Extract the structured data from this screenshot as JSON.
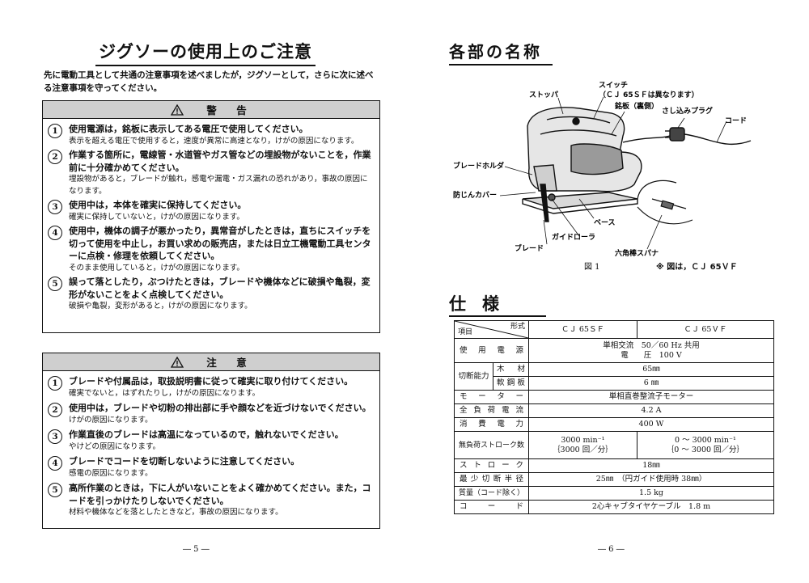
{
  "left_page": {
    "title": "ジグソーの使用上のご注意",
    "intro": "先に電動工具として共通の注意事項を述べましたが，ジグソーとして，さらに次に述べる注意事項を守ってください。",
    "warning": {
      "heading": "警　告",
      "items": [
        {
          "num": "1",
          "main": "使用電源は，銘板に表示してある電圧で使用してください。",
          "sub": "表示を超える電圧で使用すると，速度が異常に高速となり，けがの原因になります。"
        },
        {
          "num": "2",
          "main": "作業する箇所に，電線管・水道管やガス管などの埋設物がないことを，作業前に十分確かめてください。",
          "sub": "埋設物があると，ブレードが触れ，感電や漏電・ガス漏れの恐れがあり，事故の原因になります。"
        },
        {
          "num": "3",
          "main": "使用中は，本体を確実に保持してください。",
          "sub": "確実に保持していないと，けがの原因になります。"
        },
        {
          "num": "4",
          "main": "使用中，機体の調子が悪かったり，異常音がしたときは，直ちにスイッチを切って使用を中止し，お買い求めの販売店，または日立工機電動工具センターに点検・修理を依頼してください。",
          "sub": "そのまま使用していると，けがの原因になります。"
        },
        {
          "num": "5",
          "main": "誤って落としたり，ぶつけたときは，ブレードや機体などに破損や亀裂，変形がないことをよく点検してください。",
          "sub": "破損や亀裂，変形があると，けがの原因になります。"
        }
      ]
    },
    "caution": {
      "heading": "注　意",
      "items": [
        {
          "num": "1",
          "main": "ブレードや付属品は，取扱説明書に従って確実に取り付けてください。",
          "sub": "確実でないと，はずれたりし，けがの原因になります。"
        },
        {
          "num": "2",
          "main": "使用中は，ブレードや切粉の排出部に手や顔などを近づけないでください。",
          "sub": "けがの原因になります。"
        },
        {
          "num": "3",
          "main": "作業直後のブレードは高温になっているので，触れないでください。",
          "sub": "やけどの原因になります。"
        },
        {
          "num": "4",
          "main": "ブレードでコードを切断しないように注意してください。",
          "sub": "感電の原因になります。"
        },
        {
          "num": "5",
          "main": "高所作業のときは，下に人がいないことをよく確かめてください。また，コードを引っかけたりしないでください。",
          "sub": "材料や機体などを落としたときなど，事故の原因になります。"
        }
      ]
    },
    "page_number": "― 5 ―"
  },
  "right_page": {
    "parts_title": "各部の名称",
    "labels": {
      "stopper": "ストッパ",
      "switch": "スイッチ",
      "switch_note": "（ＣＪ 65ＳＦは異なります）",
      "nameplate": "銘板（裏側）",
      "plug": "さし込みプラグ",
      "cord": "コード",
      "blade_holder": "ブレードホルダ",
      "dust_cover": "防じんカバー",
      "base": "ベース",
      "guide_roller": "ガイドローラ",
      "blade": "ブレード",
      "hex_wrench": "六角棒スパナ"
    },
    "fig_caption": "図 1",
    "fig_note": "※ 図は，ＣＪ 65ＶＦ",
    "spec_title": "仕様",
    "spec": {
      "header_type": "形式",
      "header_item": "項目",
      "model_sf": "ＣＪ 65ＳＦ",
      "model_vf": "ＣＪ 65ＶＦ",
      "power_label": "使用電源",
      "power_line1": "単相交流　50／60 Hz 共用",
      "power_line2": "電　　圧　100 V",
      "cut_label": "切断能力",
      "wood_label": "木材",
      "wood_value": "65㎜",
      "steel_label": "軟鋼板",
      "steel_value": "6 ㎜",
      "motor_label": "モーター",
      "motor_value": "単相直巻整流子モーター",
      "current_label": "全負荷電流",
      "current_value": "4.2 A",
      "power_cons_label": "消費電力",
      "power_cons_value": "400 W",
      "noload_label": "無負荷ストローク数",
      "noload_sf_1": "3000 min⁻¹",
      "noload_sf_2": "｛3000 回／分｝",
      "noload_vf_1": "0 ～ 3000 min⁻¹",
      "noload_vf_2": "｛0 ～ 3000 回／分｝",
      "stroke_label": "ストローク",
      "stroke_value": "18㎜",
      "radius_label": "最少切断半径",
      "radius_value": "25㎜　（円ガイド使用時 38㎜）",
      "mass_label": "質量（コード除く）",
      "mass_value": "1.5 kg",
      "cord_label": "コード",
      "cord_value": "2心キャブタイヤケーブル　1.8 m"
    },
    "page_number": "― 6 ―"
  }
}
